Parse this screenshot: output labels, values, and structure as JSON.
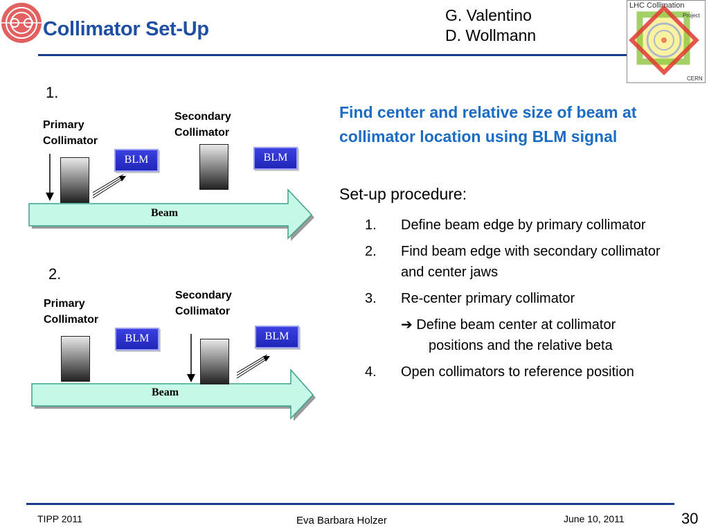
{
  "header": {
    "title": "Collimator Set-Up",
    "authors": [
      "G. Valentino",
      "D. Wollmann"
    ]
  },
  "logo_lhc": {
    "line1": "LHC Collimation",
    "line2": "Project",
    "line3": "CERN"
  },
  "diagram1": {
    "number": "1.",
    "primary_label": [
      "Primary",
      "Collimator"
    ],
    "secondary_label": [
      "Secondary",
      "Collimator"
    ],
    "blm_left": "BLM",
    "blm_right": "BLM",
    "beam_label": "Beam"
  },
  "diagram2": {
    "number": "2.",
    "primary_label": [
      "Primary",
      "Collimator"
    ],
    "secondary_label": [
      "Secondary",
      "Collimator"
    ],
    "blm_left": "BLM",
    "blm_right": "BLM",
    "beam_label": "Beam"
  },
  "content": {
    "heading": "Find center and relative size of beam at collimator location using BLM signal",
    "setup_title": "Set-up procedure:",
    "steps": [
      {
        "num": "1.",
        "text": "Define beam edge by primary collimator"
      },
      {
        "num": "2.",
        "text": "Find beam edge with secondary collimator and center jaws"
      },
      {
        "num": "3.",
        "text": "Re-center primary collimator"
      },
      {
        "num": "4.",
        "text": "Open collimators to reference position"
      }
    ],
    "substep": "➔ Define beam center at collimator positions and the relative beta"
  },
  "footer": {
    "left": "TIPP 2011",
    "center": "Eva Barbara Holzer",
    "date": "June 10, 2011",
    "page": "30"
  },
  "colors": {
    "title": "#1f4fa3",
    "heading": "#1a6cc4",
    "rule": "#1a3c8c",
    "blm": "#2a2fd0",
    "beam": "#bff7e6"
  }
}
